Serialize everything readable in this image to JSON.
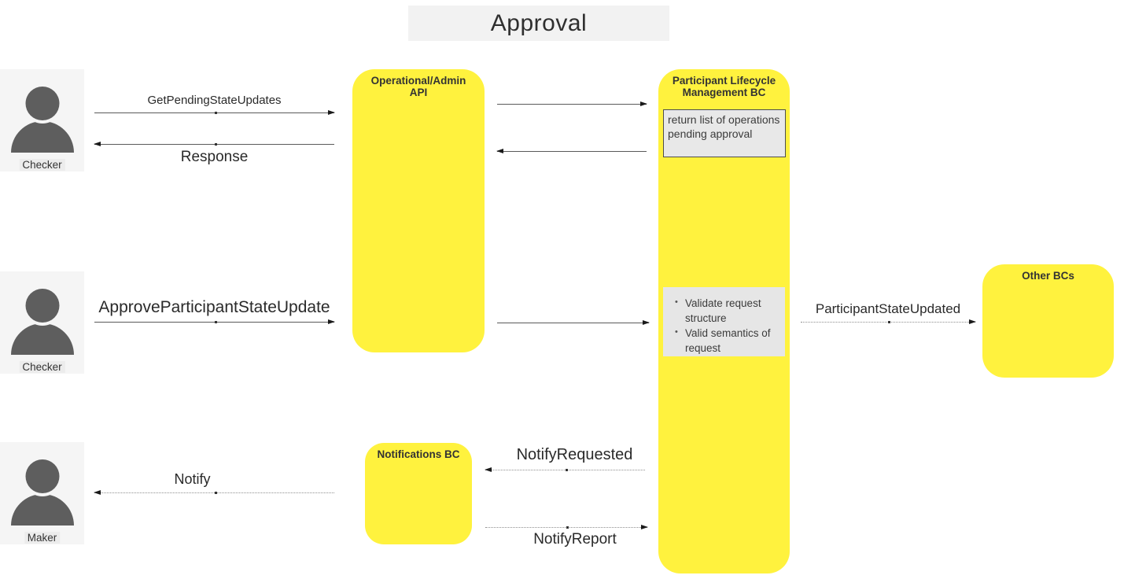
{
  "title": {
    "text": "Approval"
  },
  "actors": [
    {
      "label": "Checker"
    },
    {
      "label": "Checker"
    },
    {
      "label": "Maker"
    }
  ],
  "components": {
    "op_api": {
      "label": "Operational/Admin API"
    },
    "plm": {
      "label": "Participant Lifecycle Management BC"
    },
    "other": {
      "label": "Other BCs"
    },
    "notif": {
      "label": "Notifications BC"
    }
  },
  "notes": {
    "return_list": {
      "text": "return list of operations pending approval"
    },
    "validate": {
      "items": [
        "Validate request structure",
        "Valid semantics of request"
      ]
    }
  },
  "messages": {
    "get_pending": {
      "label": "GetPendingStateUpdates"
    },
    "response": {
      "label": "Response"
    },
    "approve": {
      "label": "ApproveParticipantStateUpdate"
    },
    "participant_updated": {
      "label": "ParticipantStateUpdated"
    },
    "notify_requested": {
      "label": "NotifyRequested"
    },
    "notify_report": {
      "label": "NotifyReport"
    },
    "notify": {
      "label": "Notify"
    }
  },
  "colors": {
    "yellow": "#FFF23E",
    "actor-bg": "#F5F5F5",
    "person": "#5E5E5E",
    "note-fill": "#E8E8E8",
    "note2-fill": "#E6E6E6",
    "note-border": "#4D4D4D",
    "title-bg": "#F2F2F2",
    "label-bg": "#ECECEC",
    "line": "#5A5A5A",
    "arrowhead": "#1A1A1A",
    "text": "#333333"
  }
}
